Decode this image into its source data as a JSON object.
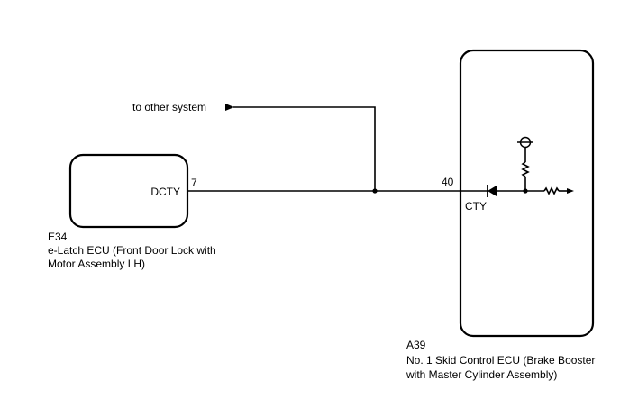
{
  "other_system_label": "to other system",
  "e34": {
    "code": "E34",
    "name_line1": "e-Latch ECU (Front Door Lock with",
    "name_line2": "Motor Assembly LH)",
    "terminal_name": "DCTY",
    "pin": "7"
  },
  "a39": {
    "code": "A39",
    "name_line1": "No. 1 Skid Control ECU (Brake Booster",
    "name_line2": "with Master Cylinder Assembly)",
    "terminal_name": "CTY",
    "pin": "40"
  }
}
